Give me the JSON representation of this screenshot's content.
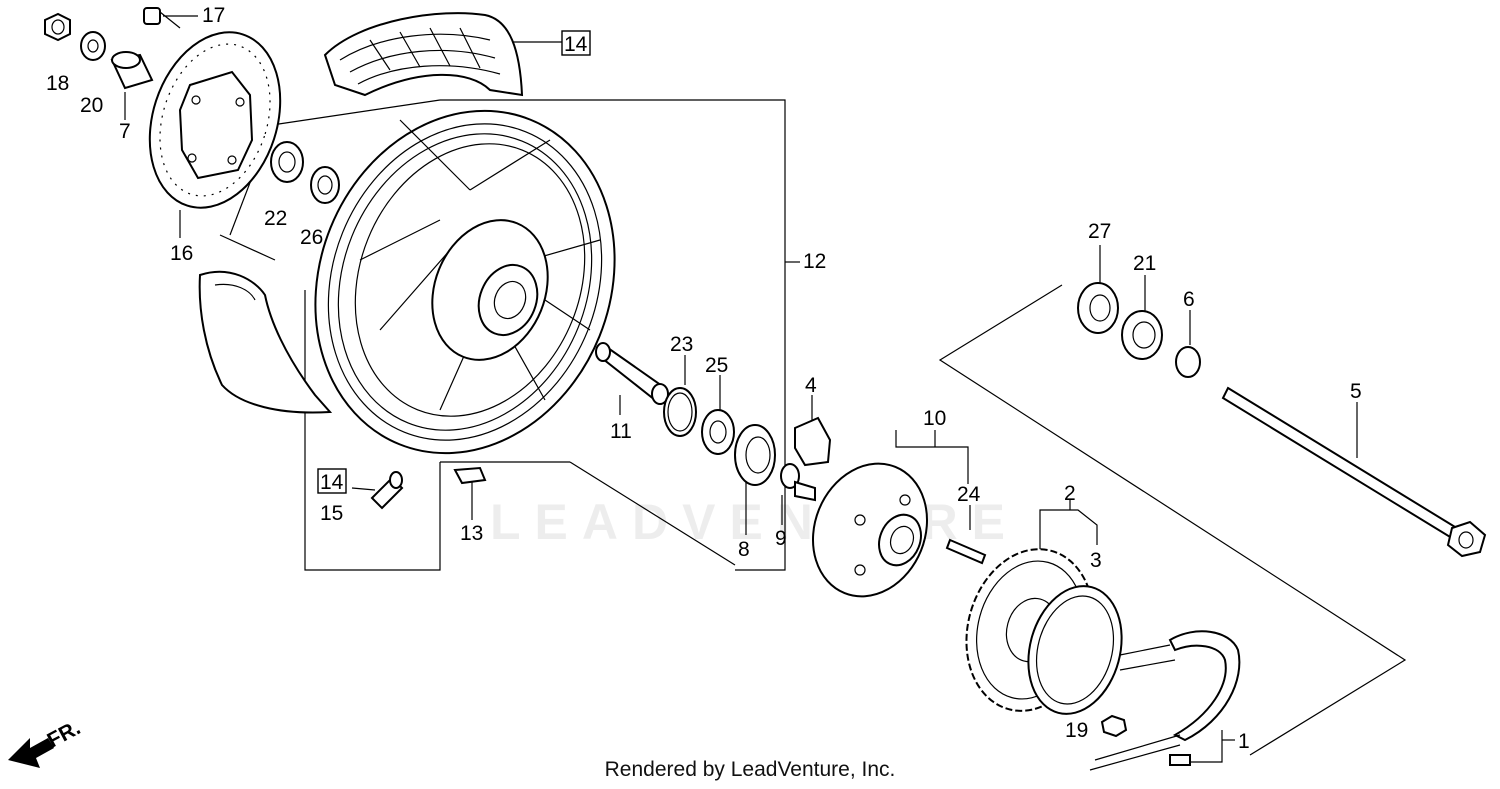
{
  "watermark": "LEADVENTURE",
  "footer": "Rendered by LeadVenture, Inc.",
  "direction_label": "FR.",
  "callouts": {
    "c1": "1",
    "c2": "2",
    "c3": "3",
    "c4": "4",
    "c5": "5",
    "c6": "6",
    "c7": "7",
    "c8": "8",
    "c9": "9",
    "c10": "10",
    "c11": "11",
    "c12": "12",
    "c13": "13",
    "c14a": "14",
    "c14b": "14",
    "c15": "15",
    "c16": "16",
    "c17": "17",
    "c18": "18",
    "c19": "19",
    "c20": "20",
    "c21": "21",
    "c22": "22",
    "c23": "23",
    "c24": "24",
    "c25": "25",
    "c26": "26",
    "c27": "27"
  }
}
